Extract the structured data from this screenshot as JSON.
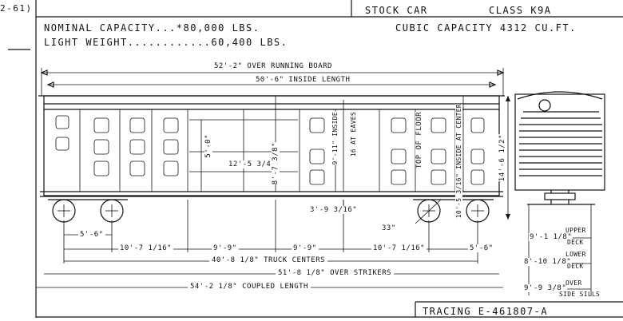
{
  "header": {
    "corner_note": "2-61)",
    "title": "STOCK CAR",
    "class_text": "CLASS  K9A",
    "capacity": "NOMINAL  CAPACITY...*80,000 LBS.",
    "light_weight": "LIGHT WEIGHT............60,400 LBS.",
    "cubic_capacity": "CUBIC CAPACITY  4312   CU.FT."
  },
  "dimensions": {
    "running_board": "52'-2\" OVER RUNNING BOARD",
    "inside_length": "50'-6\"  INSIDE LENGTH",
    "door_height": "5'-0\"",
    "door_width": "12'-5 3/4\"",
    "inside_height": "8'-7 3/8\"",
    "inside_eaves": "9'-11\" INSIDE",
    "at_eaves": "16 AT EAVES",
    "top_of_floor": "TOP OF FLOOR",
    "inside_center": "10'-5 3/16\" INSIDE AT CENTER",
    "overall_height": "14'-6 1/2\"",
    "floor_height": "3'-9 3/16\"",
    "wheel": "33\"",
    "wheelbase": "5'-6\"",
    "seg1": "10'-7 1/16\"",
    "seg2": "9'-9\"",
    "seg3": "9'-9\"",
    "seg4": "10'-7 1/16\"",
    "seg5": "5'-6\"",
    "truck_centers": "40'-8 1/8\"  TRUCK CENTERS",
    "over_strikers": "51'-8 1/8\"   OVER STRIKERS",
    "coupled_length": "54'-2 1/8\"  COUPLED LENGTH",
    "upper_deck_val": "9'-1 1/8\"",
    "upper_deck_lbl1": "UPPER",
    "upper_deck_lbl2": "DECK",
    "lower_deck_val": "8'-10 1/8\"",
    "lower_deck_lbl1": "LOWER",
    "lower_deck_lbl2": "DECK",
    "side_sills_val": "9'-9 3/8\"",
    "side_sills_lbl1": "OVER",
    "side_sills_lbl2": "SIDE SILLS"
  },
  "footer": {
    "tracing": "TRACING  E-461807-A"
  }
}
